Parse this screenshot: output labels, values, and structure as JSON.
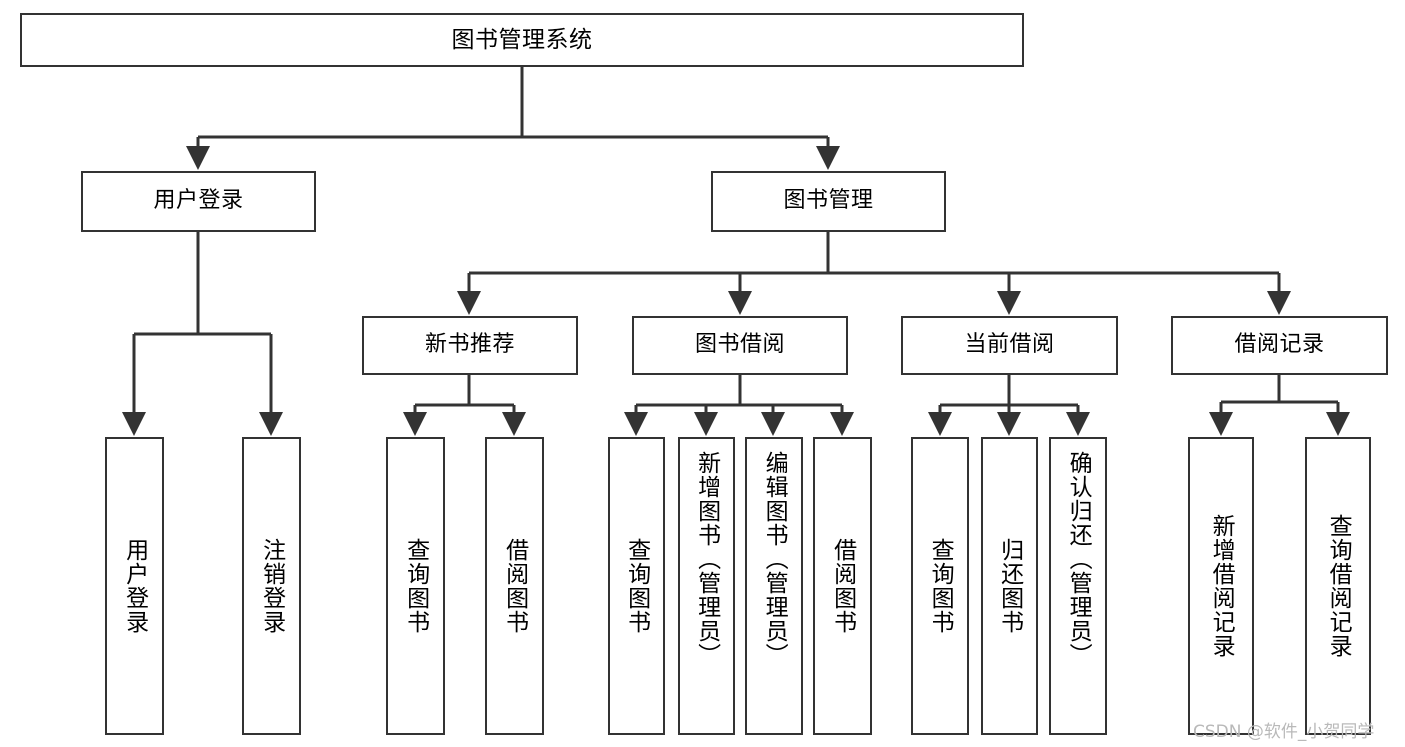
{
  "diagram": {
    "title": "图书管理系统",
    "type": "tree-hierarchy-chart",
    "watermark": "CSDN @软件_小贺同学",
    "colors": {
      "node_border": "#333333",
      "node_fill": "#ffffff",
      "edge": "#333333",
      "text": "#000000",
      "watermark": "#b9b9b9",
      "background": "#ffffff"
    },
    "levels": {
      "root": "图书管理系统",
      "level2": [
        "用户登录",
        "图书管理"
      ],
      "level3": [
        "新书推荐",
        "图书借阅",
        "当前借阅",
        "借阅记录"
      ]
    },
    "nodes": {
      "root": {
        "label": "图书管理系统"
      },
      "user_login": {
        "label": "用户登录"
      },
      "book_manage": {
        "label": "图书管理"
      },
      "new_book_rec": {
        "label": "新书推荐"
      },
      "book_borrow": {
        "label": "图书借阅"
      },
      "current_borrow": {
        "label": "当前借阅"
      },
      "borrow_record": {
        "label": "借阅记录"
      },
      "leaf_user_login": {
        "label": "用户登录"
      },
      "leaf_logout": {
        "label": "注销登录"
      },
      "leaf_query_book_1": {
        "label": "查询图书"
      },
      "leaf_borrow_book_1": {
        "label": "借阅图书"
      },
      "leaf_query_book_2": {
        "label": "查询图书"
      },
      "leaf_add_book": {
        "label": "新增图书（管理员）"
      },
      "leaf_edit_book": {
        "label": "编辑图书（管理员）"
      },
      "leaf_borrow_book_2": {
        "label": "借阅图书"
      },
      "leaf_query_book_3": {
        "label": "查询图书"
      },
      "leaf_return_book": {
        "label": "归还图书"
      },
      "leaf_confirm_return": {
        "label": "确认归还（管理员）"
      },
      "leaf_add_record": {
        "label": "新增借阅记录"
      },
      "leaf_query_record": {
        "label": "查询借阅记录"
      }
    },
    "edges": [
      {
        "from": "图书管理系统",
        "to": "用户登录"
      },
      {
        "from": "图书管理系统",
        "to": "图书管理"
      },
      {
        "from": "用户登录",
        "to": "用户登录"
      },
      {
        "from": "用户登录",
        "to": "注销登录"
      },
      {
        "from": "图书管理",
        "to": "新书推荐"
      },
      {
        "from": "图书管理",
        "to": "图书借阅"
      },
      {
        "from": "图书管理",
        "to": "当前借阅"
      },
      {
        "from": "图书管理",
        "to": "借阅记录"
      },
      {
        "from": "新书推荐",
        "to": "查询图书"
      },
      {
        "from": "新书推荐",
        "to": "借阅图书"
      },
      {
        "from": "图书借阅",
        "to": "查询图书"
      },
      {
        "from": "图书借阅",
        "to": "新增图书（管理员）"
      },
      {
        "from": "图书借阅",
        "to": "编辑图书（管理员）"
      },
      {
        "from": "图书借阅",
        "to": "借阅图书"
      },
      {
        "from": "当前借阅",
        "to": "查询图书"
      },
      {
        "from": "当前借阅",
        "to": "归还图书"
      },
      {
        "from": "当前借阅",
        "to": "确认归还（管理员）"
      },
      {
        "from": "借阅记录",
        "to": "新增借阅记录"
      },
      {
        "from": "借阅记录",
        "to": "查询借阅记录"
      }
    ]
  }
}
